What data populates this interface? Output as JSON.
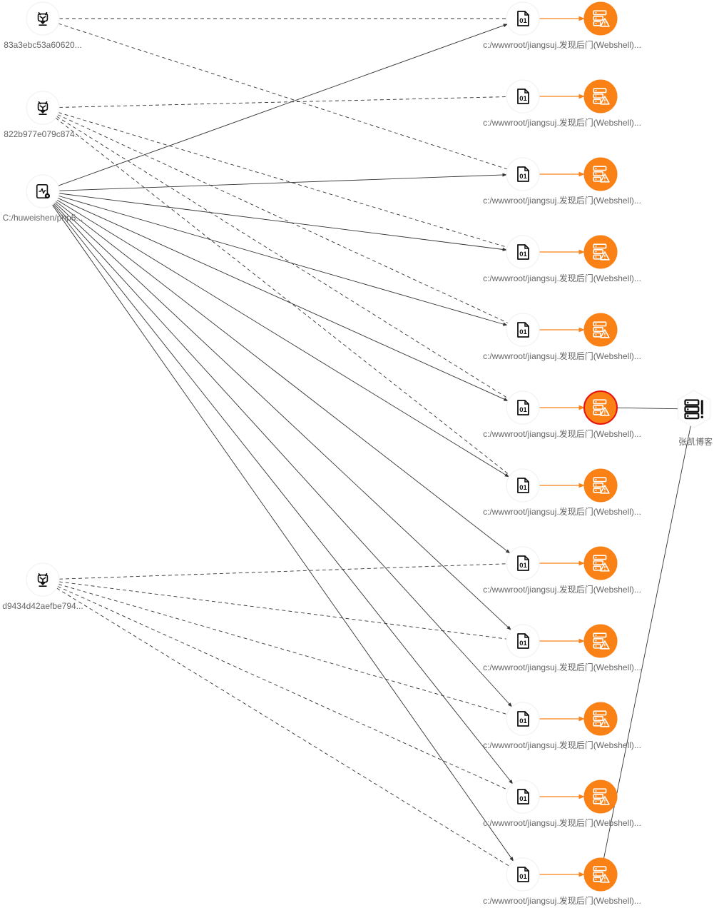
{
  "graph": {
    "title": "Webshell detection relationship graph",
    "colors": {
      "alert_fill": "#fa8116",
      "alert_selected_border": "#e8130f",
      "edge_line": "#333333",
      "edge_alert": "#fa8116",
      "node_halo": "#f2f2f2",
      "label": "#666666"
    },
    "sources": [
      {
        "id": "m1",
        "type": "malware",
        "icon": "malware-skull-icon",
        "label": "83a3ebc53a60620..."
      },
      {
        "id": "m2",
        "type": "malware",
        "icon": "malware-skull-icon",
        "label": "822b977e079c874..."
      },
      {
        "id": "p1",
        "type": "process",
        "icon": "process-activity-icon",
        "label": "C:/huweishen/php5..."
      },
      {
        "id": "m3",
        "type": "malware",
        "icon": "malware-skull-icon",
        "label": "d9434d42aefbe794..."
      }
    ],
    "files": [
      {
        "id": "f0",
        "icon": "binary-file-icon",
        "label": "c:/wwwroot/jiangsuj.发现后门(Webshell)..."
      },
      {
        "id": "f1",
        "icon": "binary-file-icon",
        "label": "c:/wwwroot/jiangsuj.发现后门(Webshell)..."
      },
      {
        "id": "f2",
        "icon": "binary-file-icon",
        "label": "c:/wwwroot/jiangsuj.发现后门(Webshell)..."
      },
      {
        "id": "f3",
        "icon": "binary-file-icon",
        "label": "c:/wwwroot/jiangsuj.发现后门(Webshell)..."
      },
      {
        "id": "f4",
        "icon": "binary-file-icon",
        "label": "c:/wwwroot/jiangsuj.发现后门(Webshell)..."
      },
      {
        "id": "f5",
        "icon": "binary-file-icon",
        "label": "c:/wwwroot/jiangsuj.发现后门(Webshell)..."
      },
      {
        "id": "f6",
        "icon": "binary-file-icon",
        "label": "c:/wwwroot/jiangsuj.发现后门(Webshell)..."
      },
      {
        "id": "f7",
        "icon": "binary-file-icon",
        "label": "c:/wwwroot/jiangsuj.发现后门(Webshell)..."
      },
      {
        "id": "f8",
        "icon": "binary-file-icon",
        "label": "c:/wwwroot/jiangsuj.发现后门(Webshell)..."
      },
      {
        "id": "f9",
        "icon": "binary-file-icon",
        "label": "c:/wwwroot/jiangsuj.发现后门(Webshell)..."
      },
      {
        "id": "f10",
        "icon": "binary-file-icon",
        "label": "c:/wwwroot/jiangsuj.发现后门(Webshell)..."
      },
      {
        "id": "f11",
        "icon": "binary-file-icon",
        "label": "c:/wwwroot/jiangsuj.发现后门(Webshell)..."
      }
    ],
    "alerts": [
      {
        "id": "a0",
        "icon": "server-alert-icon",
        "selected": false
      },
      {
        "id": "a1",
        "icon": "server-alert-icon",
        "selected": false
      },
      {
        "id": "a2",
        "icon": "server-alert-icon",
        "selected": false
      },
      {
        "id": "a3",
        "icon": "server-alert-icon",
        "selected": false
      },
      {
        "id": "a4",
        "icon": "server-alert-icon",
        "selected": false
      },
      {
        "id": "a5",
        "icon": "server-alert-icon",
        "selected": true
      },
      {
        "id": "a6",
        "icon": "server-alert-icon",
        "selected": false
      },
      {
        "id": "a7",
        "icon": "server-alert-icon",
        "selected": false
      },
      {
        "id": "a8",
        "icon": "server-alert-icon",
        "selected": false
      },
      {
        "id": "a9",
        "icon": "server-alert-icon",
        "selected": false
      },
      {
        "id": "a10",
        "icon": "server-alert-icon",
        "selected": false
      },
      {
        "id": "a11",
        "icon": "server-alert-icon",
        "selected": false
      }
    ],
    "host": {
      "id": "h1",
      "icon": "server-warning-icon",
      "label": "张凯博客"
    },
    "edges": [
      {
        "from": "m1",
        "to": "f0",
        "style": "dashed"
      },
      {
        "from": "m1",
        "to": "f2",
        "style": "dashed"
      },
      {
        "from": "m2",
        "to": "f1",
        "style": "dashed"
      },
      {
        "from": "m2",
        "to": "f3",
        "style": "dashed"
      },
      {
        "from": "m2",
        "to": "f4",
        "style": "dashed"
      },
      {
        "from": "m2",
        "to": "f5",
        "style": "dashed"
      },
      {
        "from": "m2",
        "to": "f6",
        "style": "dashed"
      },
      {
        "from": "p1",
        "to": "f0",
        "style": "solid-arrow"
      },
      {
        "from": "p1",
        "to": "f2",
        "style": "solid-arrow"
      },
      {
        "from": "p1",
        "to": "f3",
        "style": "solid-arrow"
      },
      {
        "from": "p1",
        "to": "f4",
        "style": "solid-arrow"
      },
      {
        "from": "p1",
        "to": "f5",
        "style": "solid-arrow"
      },
      {
        "from": "p1",
        "to": "f6",
        "style": "solid-arrow"
      },
      {
        "from": "p1",
        "to": "f7",
        "style": "solid-arrow"
      },
      {
        "from": "p1",
        "to": "f8",
        "style": "solid-arrow"
      },
      {
        "from": "p1",
        "to": "f9",
        "style": "solid-arrow"
      },
      {
        "from": "p1",
        "to": "f10",
        "style": "solid-arrow"
      },
      {
        "from": "p1",
        "to": "f11",
        "style": "solid-arrow"
      },
      {
        "from": "m3",
        "to": "f7",
        "style": "dashed"
      },
      {
        "from": "m3",
        "to": "f8",
        "style": "dashed"
      },
      {
        "from": "m3",
        "to": "f9",
        "style": "dashed"
      },
      {
        "from": "m3",
        "to": "f10",
        "style": "dashed"
      },
      {
        "from": "m3",
        "to": "f11",
        "style": "dashed"
      },
      {
        "from": "f0",
        "to": "a0",
        "style": "alert-arrow"
      },
      {
        "from": "f1",
        "to": "a1",
        "style": "alert-arrow"
      },
      {
        "from": "f2",
        "to": "a2",
        "style": "alert-arrow"
      },
      {
        "from": "f3",
        "to": "a3",
        "style": "alert-arrow"
      },
      {
        "from": "f4",
        "to": "a4",
        "style": "alert-arrow"
      },
      {
        "from": "f5",
        "to": "a5",
        "style": "alert-arrow"
      },
      {
        "from": "f6",
        "to": "a6",
        "style": "alert-arrow"
      },
      {
        "from": "f7",
        "to": "a7",
        "style": "alert-arrow"
      },
      {
        "from": "f8",
        "to": "a8",
        "style": "alert-arrow"
      },
      {
        "from": "f9",
        "to": "a9",
        "style": "alert-arrow"
      },
      {
        "from": "f10",
        "to": "a10",
        "style": "alert-arrow"
      },
      {
        "from": "f11",
        "to": "a11",
        "style": "alert-arrow"
      },
      {
        "from": "a5",
        "to": "h1",
        "style": "solid"
      },
      {
        "from": "a11",
        "to": "h1",
        "style": "solid"
      }
    ]
  }
}
